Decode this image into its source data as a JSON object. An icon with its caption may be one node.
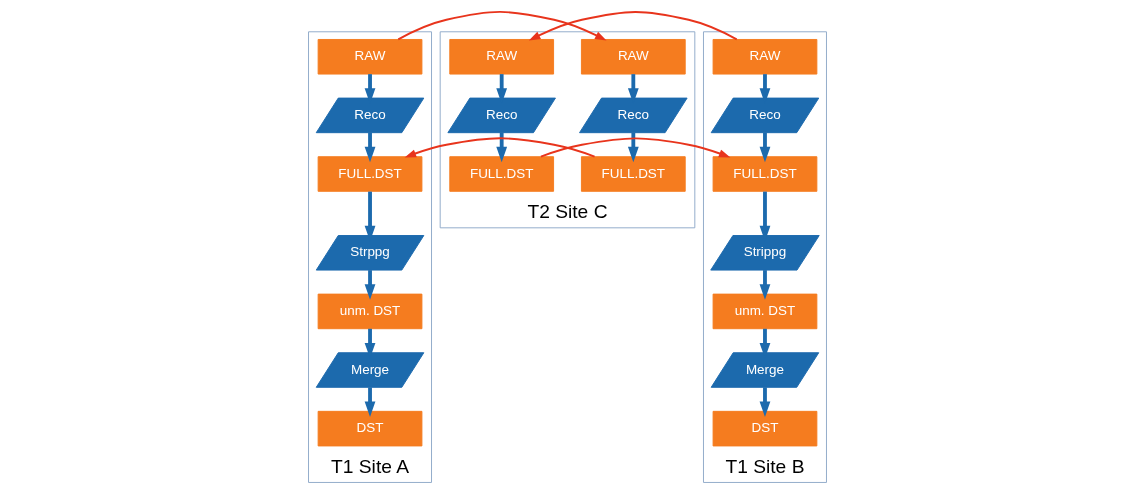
{
  "diagram": {
    "nodes": [
      {
        "text": [
          "T1 Site A"
        ]
      },
      {
        "text": [
          "RAW"
        ],
        "in": 0
      },
      {
        "text": [
          "Reco"
        ],
        "in": 0
      },
      {
        "text": [
          "FULL.DST"
        ],
        "in": 0
      },
      {
        "text": [
          "Strppg"
        ],
        "in": 0
      },
      {
        "text": [
          "unm. DST"
        ],
        "in": 0
      },
      {
        "text": [
          "Merge"
        ],
        "in": 0
      },
      {
        "text": [
          "DST"
        ],
        "in": 0
      },
      {
        "text": [
          "T2 Site C"
        ]
      },
      {
        "text": [
          "RAW"
        ],
        "in": 8
      },
      {
        "text": [
          "RAW"
        ],
        "in": 8
      },
      {
        "text": [
          "Reco"
        ],
        "in": 8
      },
      {
        "text": [
          "Reco"
        ],
        "in": 8
      },
      {
        "text": [
          "FULL.DST"
        ],
        "in": 8
      },
      {
        "text": [
          "FULL.DST"
        ],
        "in": 8
      },
      {
        "text": [
          "T1 Site B"
        ]
      },
      {
        "text": [
          "RAW"
        ],
        "in": 15
      },
      {
        "text": [
          "Reco"
        ],
        "in": 15
      },
      {
        "text": [
          "FULL.DST"
        ],
        "in": 15
      },
      {
        "text": [
          "Strippg"
        ],
        "in": 15
      },
      {
        "text": [
          "unm. DST"
        ],
        "in": 15
      },
      {
        "text": [
          "Merge"
        ],
        "in": 15
      },
      {
        "text": [
          "DST"
        ],
        "in": 15
      }
    ],
    "edges": [
      {
        "from": 1,
        "to": 2,
        "arrow": "to"
      },
      {
        "from": 2,
        "to": 3,
        "arrow": "to"
      },
      {
        "from": 3,
        "to": 4,
        "arrow": "to"
      },
      {
        "from": 4,
        "to": 5,
        "arrow": "to"
      },
      {
        "from": 5,
        "to": 6,
        "arrow": "to"
      },
      {
        "from": 6,
        "to": 7,
        "arrow": "to"
      },
      {
        "from": 9,
        "to": 11,
        "arrow": "to"
      },
      {
        "from": 11,
        "to": 13,
        "arrow": "to"
      },
      {
        "from": 10,
        "to": 12,
        "arrow": "to"
      },
      {
        "from": 12,
        "to": 14,
        "arrow": "to"
      },
      {
        "from": 16,
        "to": 17,
        "arrow": "to"
      },
      {
        "from": 17,
        "to": 18,
        "arrow": "to"
      },
      {
        "from": 18,
        "to": 19,
        "arrow": "to"
      },
      {
        "from": 19,
        "to": 20,
        "arrow": "to"
      },
      {
        "from": 20,
        "to": 21,
        "arrow": "to"
      },
      {
        "from": 21,
        "to": 22,
        "arrow": "to"
      },
      {
        "from": 1,
        "to": 9,
        "arrow": "to",
        "color": "#e8341c"
      },
      {
        "from": 13,
        "to": 3,
        "arrow": "to",
        "color": "#e8341c"
      },
      {
        "from": 16,
        "to": 10,
        "arrow": "to",
        "color": "#e8341c"
      },
      {
        "from": 14,
        "to": 18,
        "arrow": "to",
        "color": "#e8341c"
      }
    ]
  }
}
